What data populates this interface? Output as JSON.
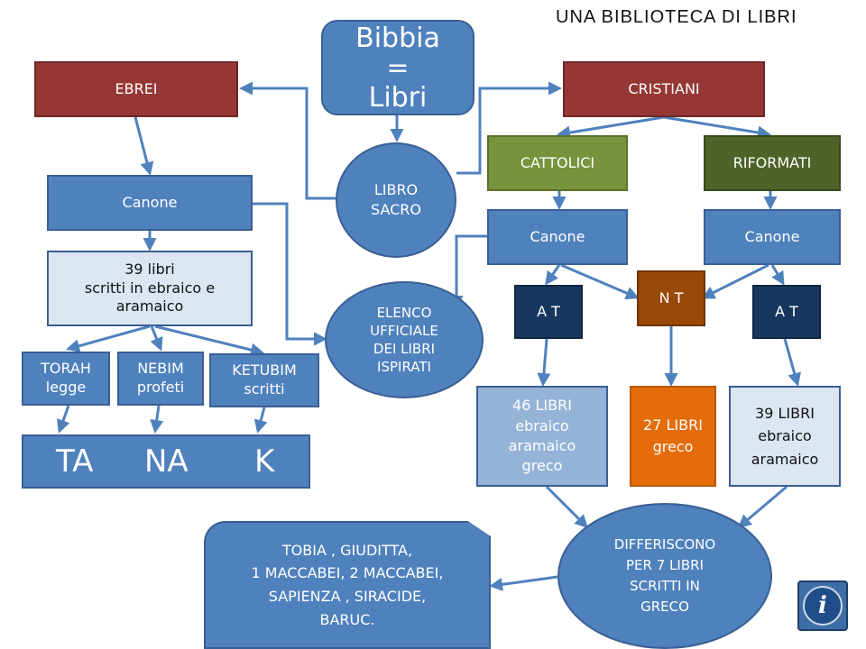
{
  "title": "UNA  BIBLIOTECA  DI  LIBRI",
  "nodes": {
    "bibbia": "Bibbia\n=\nLibri",
    "ebrei": "EBREI",
    "cristiani": "CRISTIANI",
    "libro_sacro": "LIBRO\nSACRO",
    "canone_ebrei": "Canone",
    "cattolici": "CATTOLICI",
    "riformati": "RIFORMATI",
    "canone_cattolici": "Canone",
    "canone_riformati": "Canone",
    "libri_39": "39 libri\nscritti in ebraico e\naramaico",
    "elenco": "ELENCO\nUFFICIALE\nDEI LIBRI\nISPIRATI",
    "at_cattolici": "A T",
    "nt": "N T",
    "at_riformati": "A T",
    "torah": "TORAH\nlegge",
    "nebim": "NEBIM\nprofeti",
    "ketubim": "KETUBIM\nscritti",
    "libri_46": "46 LIBRI\nebraico\naramaico\ngreco",
    "libri_27": "27 LIBRI\ngreco",
    "libri_39_riformati": "39 LIBRI\nebraico\naramaico",
    "tanak": [
      "TA",
      "NA",
      "K"
    ],
    "differiscono": "DIFFERISCONO\nPER  7  LIBRI\nSCRITTI IN\nGRECO",
    "libri_diversi": "TOBIA , GIUDITTA,\n1 MACCABEI,  2 MACCABEI,\nSAPIENZA , SIRACIDE,\nBARUC."
  },
  "colors": {
    "blue": "#4f81bd",
    "red": "#953735",
    "green": "#77933c",
    "dark_green": "#4f6228",
    "navy": "#17375e",
    "brown": "#984807",
    "orange": "#e46c0a",
    "light_blue": "#95b3d7",
    "pale_blue": "#dce6f2",
    "arrow": "#4f81bd"
  },
  "icons": [
    "info-icon"
  ]
}
